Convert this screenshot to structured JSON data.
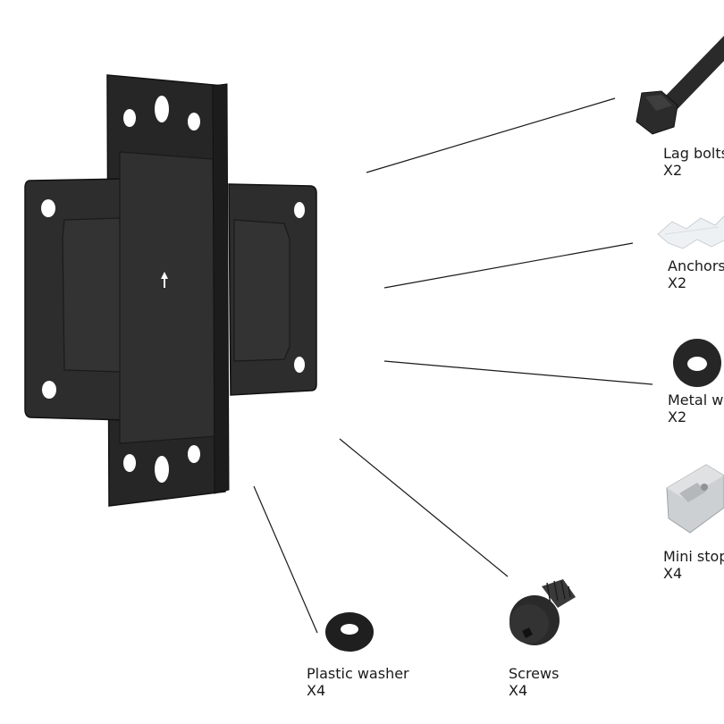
{
  "colors": {
    "background": "#ffffff",
    "bracket": "#2b2b2b",
    "bracket_edge": "#111111",
    "bracket_highlight": "#3d3d3d",
    "hole": "#ffffff",
    "leader_line": "#1a1a1a",
    "anchor": "#e8ecef",
    "mini_stop": "#c9ccce"
  },
  "parts": [
    {
      "id": "lag-bolts",
      "icon": "lag-bolt-icon",
      "name": "Lag bolts",
      "qty": "X2"
    },
    {
      "id": "anchors",
      "icon": "wall-anchor-icon",
      "name": "Anchors",
      "qty": "X2"
    },
    {
      "id": "metal-washer",
      "icon": "metal-washer-icon",
      "name": "Metal w",
      "qty": "X2"
    },
    {
      "id": "mini-stop",
      "icon": "mini-stop-icon",
      "name": "Mini stop",
      "qty": "X4"
    },
    {
      "id": "plastic-washer",
      "icon": "plastic-washer-icon",
      "name": "Plastic washer",
      "qty": "X4"
    },
    {
      "id": "screws",
      "icon": "screw-icon",
      "name": "Screws",
      "qty": "X4"
    }
  ]
}
